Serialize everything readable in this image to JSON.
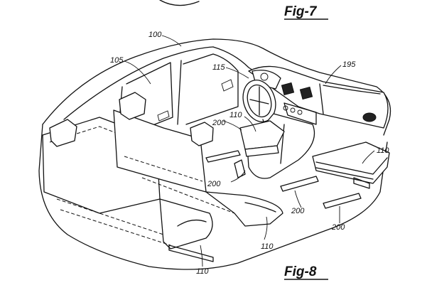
{
  "figures": {
    "top_label": "Fig-7",
    "bottom_label": "Fig-8"
  },
  "reference_numerals": {
    "vehicle": "100",
    "door_panel": "105",
    "steering_wheel": "115",
    "dashboard": "195",
    "seat_front_console": "110",
    "seat_passenger_floor": "110",
    "seat_rear": "110",
    "seat_front_lower": "110",
    "rail_front": "200",
    "rail_middle": "200",
    "rail_floor_left": "200",
    "rail_floor_right": "200"
  }
}
